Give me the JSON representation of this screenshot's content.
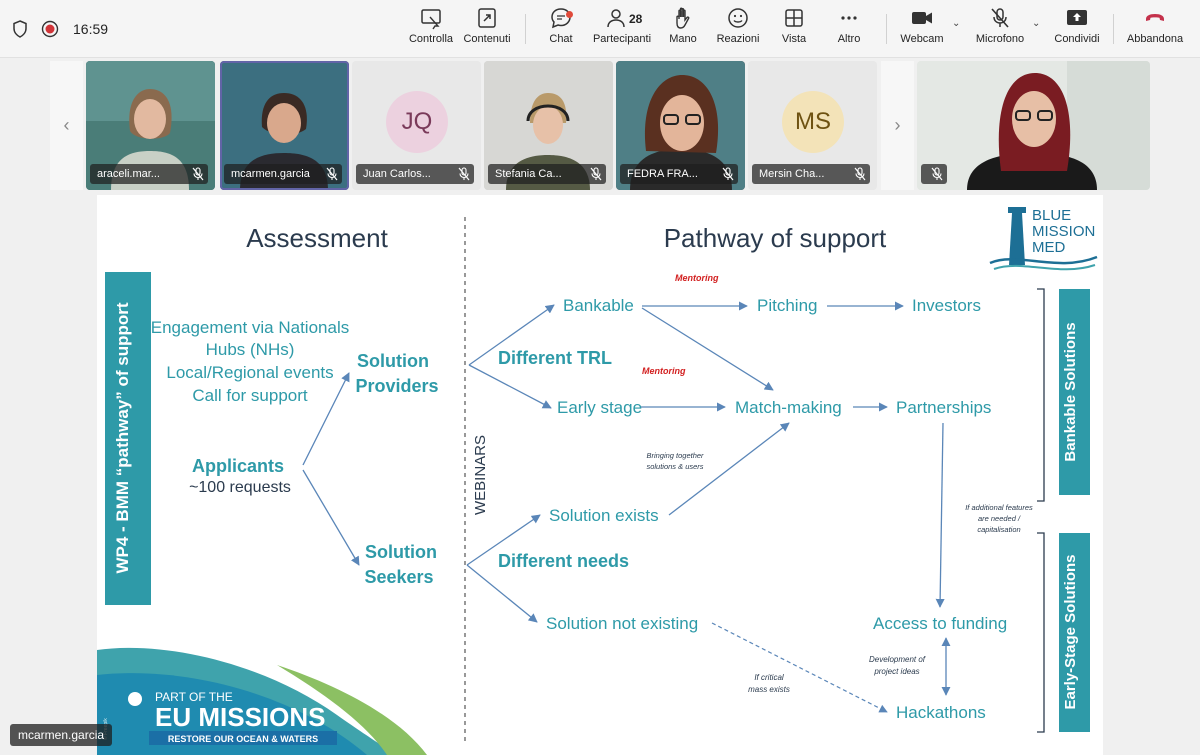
{
  "top": {
    "time": "16:59",
    "buttons": [
      {
        "label": "Controlla"
      },
      {
        "label": "Contenuti"
      },
      {
        "label": "Chat"
      },
      {
        "label": "Partecipanti",
        "count": "28"
      },
      {
        "label": "Mano"
      },
      {
        "label": "Reazioni"
      },
      {
        "label": "Vista"
      },
      {
        "label": "Altro"
      },
      {
        "label": "Webcam"
      },
      {
        "label": "Microfono"
      },
      {
        "label": "Condividi"
      },
      {
        "label": "Abbandona"
      }
    ]
  },
  "participants": [
    {
      "name": "araceli.mar..."
    },
    {
      "name": "mcarmen.garcia"
    },
    {
      "name": "Juan Carlos...",
      "initials": "JQ"
    },
    {
      "name": "Stefania Ca..."
    },
    {
      "name": "FEDRA FRA..."
    },
    {
      "name": "Mersin Cha...",
      "initials": "MS"
    },
    {
      "name": ""
    }
  ],
  "slide": {
    "left_title": "Assessment",
    "right_title": "Pathway of support",
    "logo": {
      "l1": "BLUE",
      "l2": "MISSION",
      "l3": "MED"
    },
    "side_left": "WP4 - BMM “pathway” of support",
    "engagement": [
      "Engagement via Nationals",
      "Hubs (NHs)",
      "Local/Regional events",
      "Call for support"
    ],
    "applicants": "Applicants",
    "requests": "~100 requests",
    "providers": [
      "Solution",
      "Providers"
    ],
    "seekers": [
      "Solution",
      "Seekers"
    ],
    "webinars": "WEBINARS",
    "different_trl": "Different TRL",
    "different_needs": "Different needs",
    "mentoring1": "Mentoring",
    "mentoring2": "Mentoring",
    "bankable": "Bankable",
    "pitching": "Pitching",
    "investors": "Investors",
    "early_stage": "Early stage",
    "match_making": "Match-making",
    "partnerships": "Partnerships",
    "solution_exists": "Solution exists",
    "solution_not_existing": "Solution not existing",
    "access_funding": "Access to funding",
    "hackathons": "Hackathons",
    "bringing": [
      "Bringing together",
      "solutions & users"
    ],
    "additional": [
      "If additional features",
      "are needed /",
      "capitalisation"
    ],
    "development": [
      "Development of",
      "project ideas"
    ],
    "critical": [
      "If critical",
      "mass exists"
    ],
    "bankable_solutions": "Bankable Solutions",
    "early_stage_solutions": "Early-Stage Solutions",
    "eu": {
      "part": "PART OF THE",
      "missions": "EU MISSIONS",
      "restore": "RESTORE OUR OCEAN & WATERS",
      "credit": "© Freepik"
    }
  },
  "presenter": "mcarmen.garcia",
  "colors": {
    "teal": "#2e9aa8",
    "navy": "#2b3b4e",
    "red": "#d22020",
    "arrow": "#5a86b8",
    "leave": "#c4314b"
  }
}
